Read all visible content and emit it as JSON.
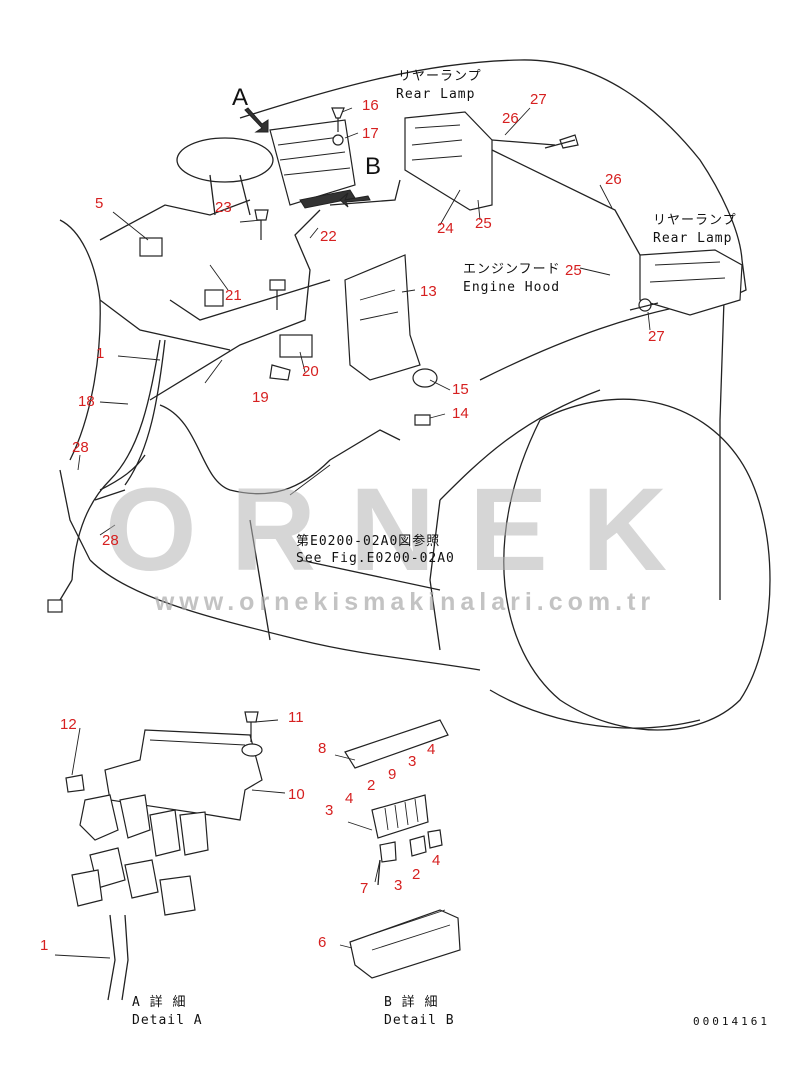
{
  "callouts": {
    "a": "A",
    "b": "B"
  },
  "labels": {
    "rear_lamp_top_jp": "リヤーランプ",
    "rear_lamp_top_en": "Rear Lamp",
    "rear_lamp_right_jp": "リヤーランプ",
    "rear_lamp_right_en": "Rear Lamp",
    "engine_hood_jp": "エンジンフード",
    "engine_hood_en": "Engine Hood",
    "see_fig_jp": "第E0200-02A0図参照",
    "see_fig_en": "See Fig.E0200-02A0",
    "detail_a_jp": "A 詳 細",
    "detail_a_en": "Detail A",
    "detail_b_jp": "B 詳 細",
    "detail_b_en": "Detail B"
  },
  "part_numbers": {
    "p1": "1",
    "p5": "5",
    "p13": "13",
    "p14": "14",
    "p15": "15",
    "p16": "16",
    "p17": "17",
    "p18": "18",
    "p19": "19",
    "p20": "20",
    "p21": "21",
    "p22": "22",
    "p23": "23",
    "p24": "24",
    "p25a": "25",
    "p25b": "25",
    "p26a": "26",
    "p26b": "26",
    "p27a": "27",
    "p27b": "27",
    "p28a": "28",
    "p28b": "28",
    "d1": "1",
    "d10": "10",
    "d11": "11",
    "d12": "12",
    "b2a": "2",
    "b2b": "2",
    "b3a": "3",
    "b3b": "3",
    "b3c": "3",
    "b4a": "4",
    "b4b": "4",
    "b4c": "4",
    "b6": "6",
    "b7": "7",
    "b8": "8",
    "b9": "9"
  },
  "watermark": {
    "brand": "ORNEK",
    "url": "www.ornekismakinalari.com.tr"
  },
  "drawing_code": "00014161",
  "colors": {
    "label": "#d62020",
    "line": "#222222",
    "watermark": "#b4b4b4"
  }
}
